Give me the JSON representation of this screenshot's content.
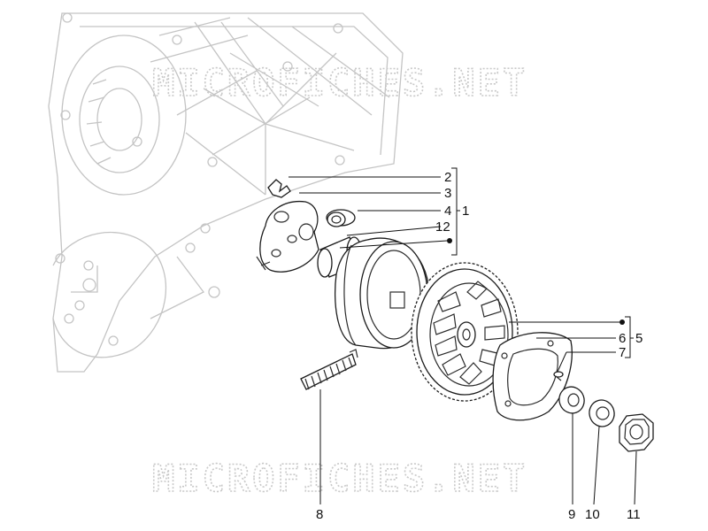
{
  "watermark": "MICROFICHES.NET",
  "callouts": [
    "1",
    "2",
    "3",
    "4",
    "12",
    "5",
    "6",
    "7",
    "8",
    "9",
    "10",
    "11"
  ]
}
